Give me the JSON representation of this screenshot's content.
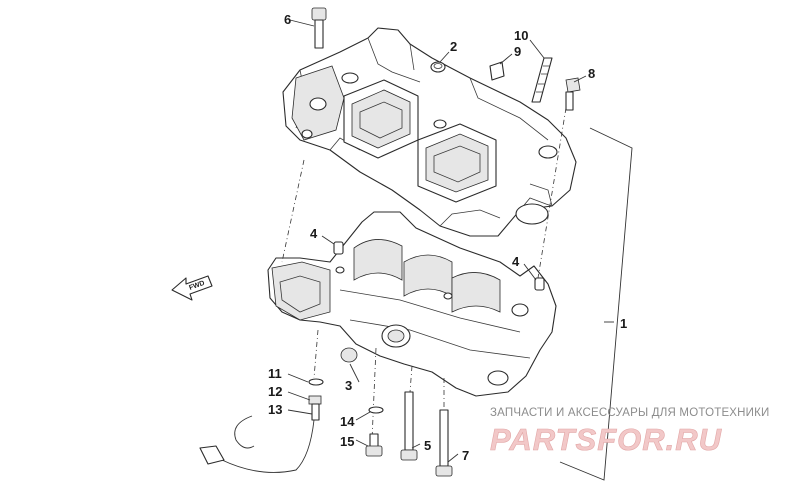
{
  "diagram": {
    "fwd_label": "FWD",
    "callouts": [
      {
        "id": "c1",
        "label": "1"
      },
      {
        "id": "c2",
        "label": "2"
      },
      {
        "id": "c3",
        "label": "3"
      },
      {
        "id": "c4a",
        "label": "4"
      },
      {
        "id": "c4b",
        "label": "4"
      },
      {
        "id": "c5",
        "label": "5"
      },
      {
        "id": "c6",
        "label": "6"
      },
      {
        "id": "c7",
        "label": "7"
      },
      {
        "id": "c8",
        "label": "8"
      },
      {
        "id": "c9",
        "label": "9"
      },
      {
        "id": "c10",
        "label": "10"
      },
      {
        "id": "c11",
        "label": "11"
      },
      {
        "id": "c12",
        "label": "12"
      },
      {
        "id": "c13",
        "label": "13"
      },
      {
        "id": "c14",
        "label": "14"
      },
      {
        "id": "c15",
        "label": "15"
      }
    ]
  },
  "watermark": {
    "tagline": "ЗАПЧАСТИ И АКСЕССУАРЫ ДЛЯ МОТОТЕХНИКИ",
    "logo": "PARTSFOR.RU",
    "logo_color": "#e8a3a3"
  }
}
